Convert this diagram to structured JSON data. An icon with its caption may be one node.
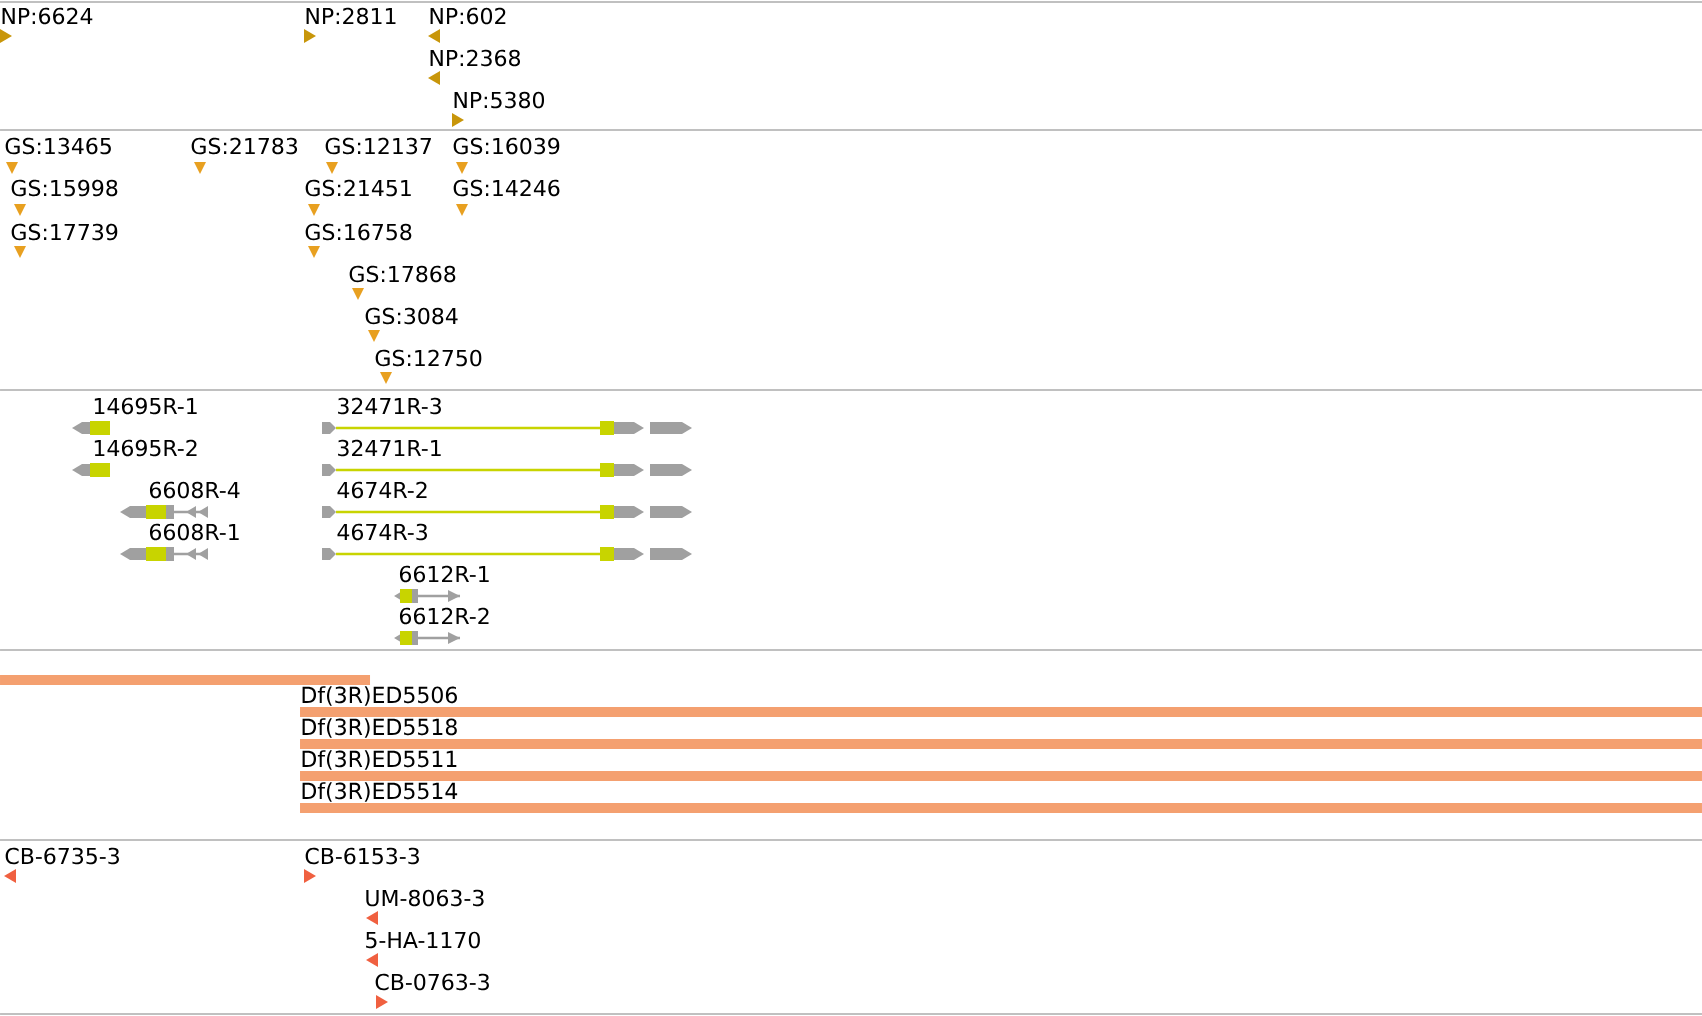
{
  "diagram": {
    "nodes": [
      {
        "text": [
          "NP:6624"
        ]
      },
      {
        "text": [
          "NP:2811"
        ]
      },
      {
        "text": [
          "NP:602"
        ]
      },
      {
        "text": [
          "NP:2368"
        ]
      },
      {
        "text": [
          "NP:5380"
        ]
      },
      {
        "text": [
          "GS:13465"
        ]
      },
      {
        "text": [
          "GS:21783"
        ]
      },
      {
        "text": [
          "GS:12137"
        ]
      },
      {
        "text": [
          "GS:16039"
        ]
      },
      {
        "text": [
          "GS:15998"
        ]
      },
      {
        "text": [
          "GS:21451"
        ]
      },
      {
        "text": [
          "GS:14246"
        ]
      },
      {
        "text": [
          "GS:17739"
        ]
      },
      {
        "text": [
          "GS:16758"
        ]
      },
      {
        "text": [
          "GS:17868"
        ]
      },
      {
        "text": [
          "GS:3084"
        ]
      },
      {
        "text": [
          "GS:12750"
        ]
      },
      {
        "text": [
          "14695R-1"
        ]
      },
      {
        "text": [
          "14695R-2"
        ]
      },
      {
        "text": [
          "6608R-4"
        ]
      },
      {
        "text": [
          "6608R-1"
        ]
      },
      {
        "text": [
          "32471R-3"
        ]
      },
      {
        "text": [
          "32471R-1"
        ]
      },
      {
        "text": [
          "4674R-2"
        ]
      },
      {
        "text": [
          "4674R-3"
        ]
      },
      {
        "text": [
          "6612R-1"
        ]
      },
      {
        "text": [
          "6612R-2"
        ]
      },
      {
        "text": [],
        "shape": "bar"
      },
      {
        "text": [
          "Df(3R)ED5506"
        ]
      },
      {
        "text": [
          "Df(3R)ED5518"
        ]
      },
      {
        "text": [
          "Df(3R)ED5511"
        ]
      },
      {
        "text": [
          "Df(3R)ED5514"
        ]
      },
      {
        "text": [
          "CB-6735-3"
        ]
      },
      {
        "text": [
          "CB-6153-3"
        ]
      },
      {
        "text": [
          "UM-8063-3"
        ]
      },
      {
        "text": [
          "5-HA-1170"
        ]
      },
      {
        "text": [
          "CB-0763-3"
        ]
      }
    ]
  }
}
